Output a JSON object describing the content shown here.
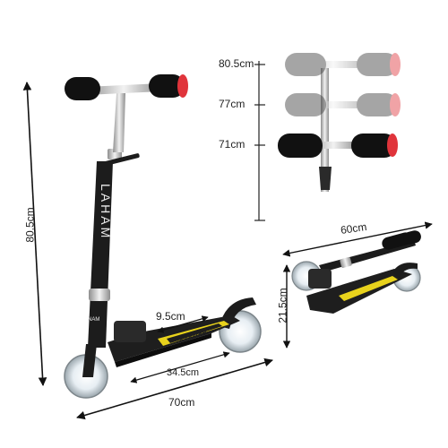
{
  "brand": {
    "stem_text": "LAHAM",
    "deck_text": "SCOOTER",
    "small_text": "NAM"
  },
  "dimensions": {
    "total_height": "80.5cm",
    "total_length": "70cm",
    "deck_length": "34.5cm",
    "deck_width": "9.5cm",
    "height_high": "80.5cm",
    "height_mid": "77cm",
    "height_low": "71cm",
    "folded_length": "60cm",
    "folded_height": "21.5cm"
  },
  "colors": {
    "frame": "#1c1c1c",
    "grip": "#111111",
    "grip_cap": "#e0343b",
    "chrome": "#c9c9c9",
    "wheel": "#eef3f7",
    "deck_accent": "#e8d21c",
    "dimension_line": "#111111"
  }
}
